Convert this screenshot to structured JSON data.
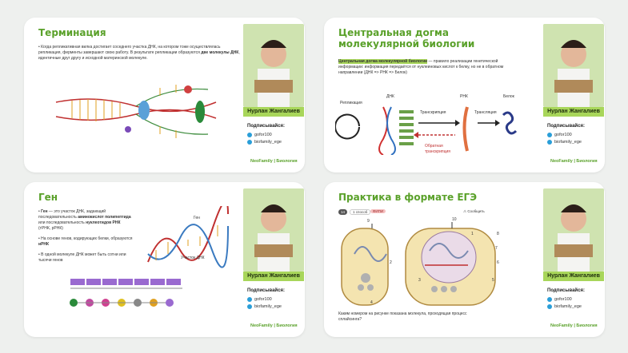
{
  "author": {
    "name": "Нурлан Жангалиев",
    "subscribe": "Подписывайся:",
    "social1": "gofor100",
    "social2": "biofamily_ege"
  },
  "brand": "NeoFamily | Биология",
  "cards": {
    "termination": {
      "title": "Терминация",
      "text_a": "Когда репликативная вилка достигает соседнего участка ДНК, на котором тоже осуществлялась репликация, ферменты завершают свою работу. В результате репликации образуются ",
      "text_b": "две молекулы ДНК",
      "text_c": ", идентичные друг другу и исходной материнской молекуле."
    },
    "dogma": {
      "title": "Центральная догма молекулярной биологии",
      "hl": "Центральная догма молекулярной биологии",
      "text": " — правило реализации генетической информации: информация передаётся от нуклеиновых кислот к белку, но не в обратном направлении (ДНК => РНК => Белок)",
      "labels": {
        "replication": "Репликация",
        "dna": "ДНК",
        "transcription": "Транскрипция",
        "rna": "РНК",
        "translation": "Трансляция",
        "protein": "Белок",
        "reverse1": "Обратная",
        "reverse2": "транскрипция"
      }
    },
    "gene": {
      "title": "Ген",
      "b1a": "Ген",
      "b1b": " — это участок ДНК, задающий последовательность ",
      "b1c": "аминокислот полипептида",
      "b1d": " или последовательность ",
      "b1e": "нуклеотидов РНК",
      "b1f": " (тРНК, рРНК)",
      "b2a": "На основе генов, кодирующих белки, образуются ",
      "b2b": "иРНК",
      "b3": "В одной молекуле ДНК может быть сотни или тысячи генов",
      "lbl_gene": "Ген",
      "lbl_dna": "Участок ДНК"
    },
    "practice": {
      "title": "Практика в формате ЕГЭ",
      "badge_num": "14",
      "chip1": "1 способ",
      "chip2": "ФИПИ",
      "report": "Сообщить",
      "question": "Каким номером на рисунке показана молекула, проходящая процесс сплайсинга?",
      "n9": "9",
      "n10": "10",
      "n1": "1",
      "n2": "2",
      "n3": "3",
      "n4": "4",
      "n5": "5",
      "n6": "6",
      "n7": "7",
      "n8": "8"
    }
  },
  "colors": {
    "accent": "#5aa12a",
    "name_bar": "#a8d65a"
  }
}
